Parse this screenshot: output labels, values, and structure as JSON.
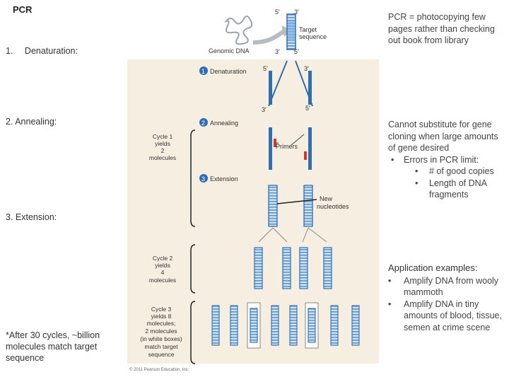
{
  "title": "PCR",
  "steps": {
    "denaturation": {
      "number": "1.",
      "label": "Denaturation:"
    },
    "annealing": {
      "label": "2. Annealing:"
    },
    "extension": {
      "label": "3. Extension:"
    }
  },
  "left_note": "*After 30 cycles, ~billion molecules match target sequence",
  "right_top": "PCR = photocopying few pages rather than checking out book from library",
  "right_middle": {
    "intro": "Cannot substitute for gene cloning when large amounts of gene desired",
    "errors": "Errors in PCR limit:",
    "sub_items": [
      "# of good copies",
      "Length of DNA fragments"
    ]
  },
  "applications": {
    "heading": "Application examples:",
    "items": [
      "Amplify DNA from wooly mammoth",
      "Amplify DNA in tiny amounts of blood, tissue, semen at crime scene"
    ]
  },
  "figure": {
    "genomic_dna": "Genomic DNA",
    "target_sequence": [
      "Target",
      "sequence"
    ],
    "end5": "5′",
    "end3": "3′",
    "step1": {
      "num": "1",
      "label": "Denaturation"
    },
    "step2": {
      "num": "2",
      "label": "Annealing"
    },
    "step3": {
      "num": "3",
      "label": "Extension"
    },
    "primers": "Primers",
    "new_nucleotides": [
      "New",
      "nucleotides"
    ],
    "cycle1": [
      "Cycle 1",
      "yields",
      "2",
      "molecules"
    ],
    "cycle2": [
      "Cycle 2",
      "yields",
      "4",
      "molecules"
    ],
    "cycle3": [
      "Cycle 3",
      "yields 8",
      "molecules;",
      "2 molecules",
      "(in white boxes)",
      "match target",
      "sequence"
    ],
    "copyright": "© 2011 Pearson Education, Inc."
  },
  "colors": {
    "panel_bg": "#f6eee1",
    "strand_blue": "#2f6fb0",
    "strand_light": "#7fb3e0",
    "primer_red": "#d33a2c",
    "step_badge": "#2e6db4"
  }
}
